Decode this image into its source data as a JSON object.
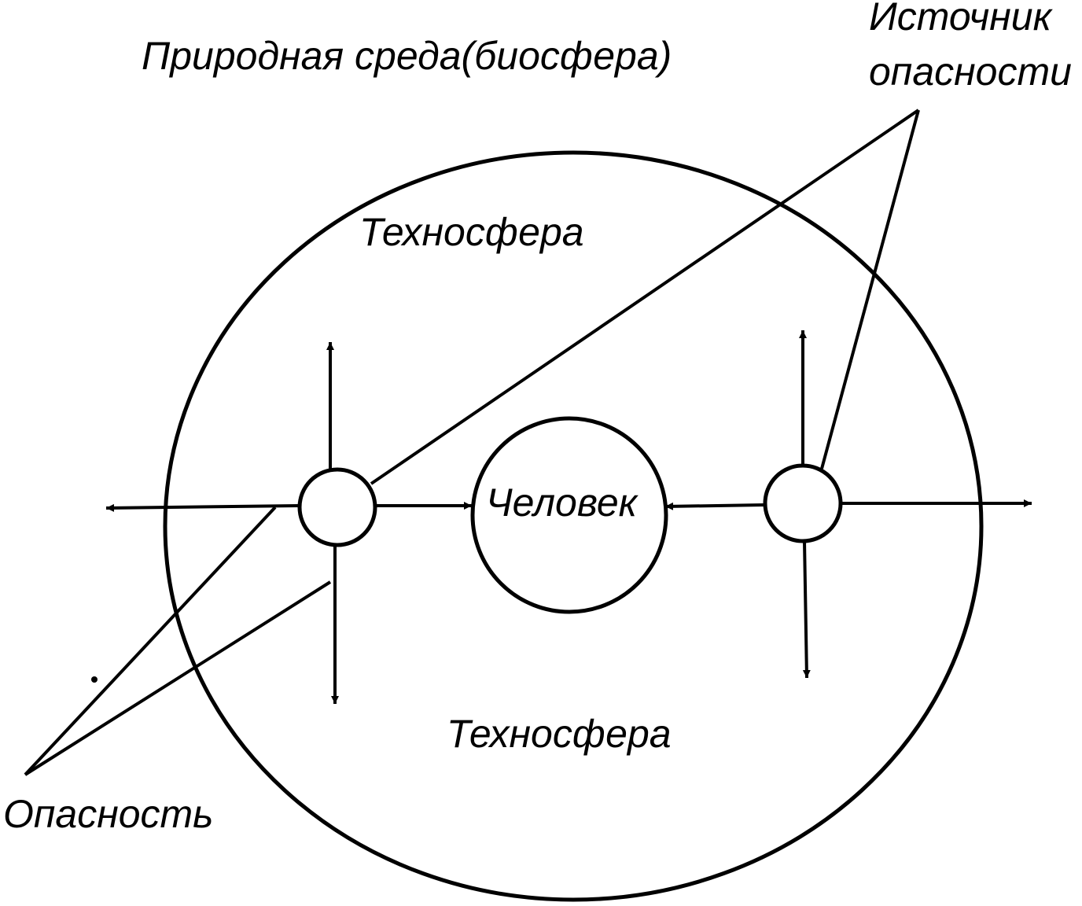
{
  "labels": {
    "environment": "Природная среда(биосфера)",
    "source_line1": "Источник",
    "source_line2": "опасности",
    "technosphere_top": "Техносфера",
    "technosphere_bottom": "Техносфера",
    "human": "Человек",
    "danger": "Опасность"
  },
  "colors": {
    "ink": "#000000",
    "paper": "#ffffff"
  }
}
